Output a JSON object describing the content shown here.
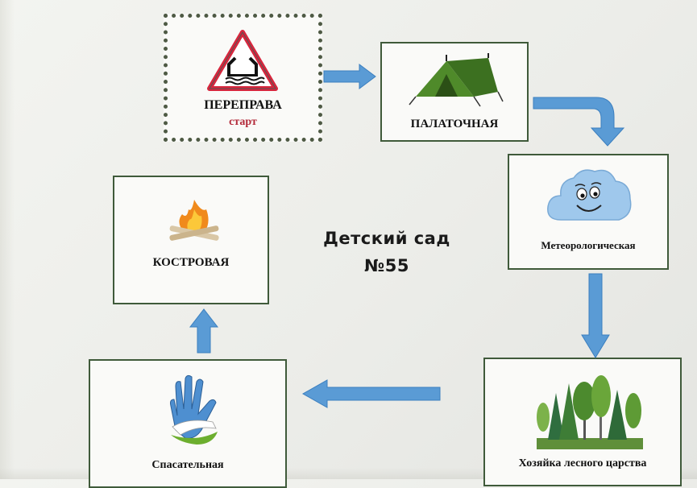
{
  "title": {
    "line1": "Детский сад",
    "line2": "№55"
  },
  "stations": {
    "crossing": {
      "label": "ПЕРЕПРАВА",
      "sub": "старт"
    },
    "tent": {
      "label": "ПАЛАТОЧНАЯ"
    },
    "weather": {
      "label": "Метеорологическая"
    },
    "forest": {
      "label": "Хозяйка лесного царства"
    },
    "rescue": {
      "label": "Спасательная"
    },
    "campfire": {
      "label": "КОСТРОВАЯ"
    }
  },
  "colors": {
    "arrow": "#5a9bd5",
    "frame": "#3f5a3a",
    "warning_red": "#d7263d",
    "start_text": "#b32a3a"
  },
  "icons": [
    "bridge-warning-icon",
    "tent-icon",
    "cloud-face-icon",
    "forest-icon",
    "hands-icon",
    "campfire-icon"
  ]
}
